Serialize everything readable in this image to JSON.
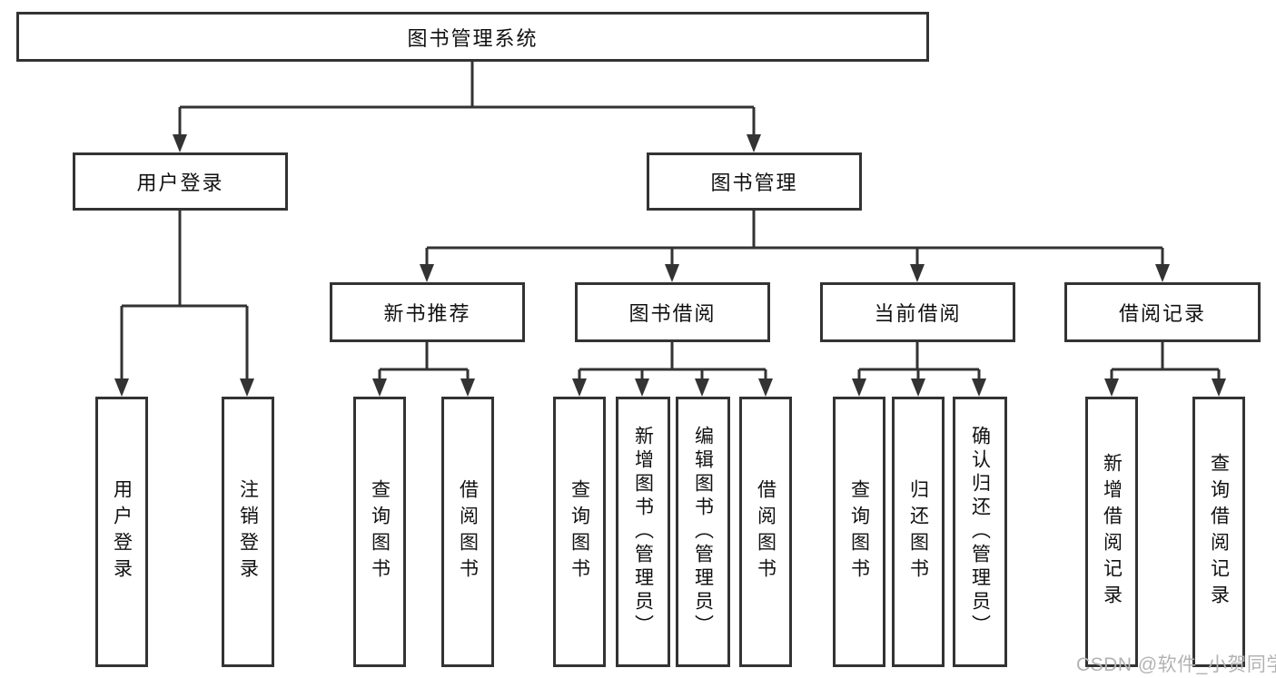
{
  "nodes": {
    "root": "图书管理系统",
    "level2": {
      "user_login": "用户登录",
      "book_mgmt": "图书管理"
    },
    "level3": {
      "new_book": "新书推荐",
      "book_borrow": "图书借阅",
      "current_borrow": "当前借阅",
      "borrow_record": "借阅记录"
    },
    "leaves": {
      "user_login": "用户登录",
      "logout": "注销登录",
      "nb_query": "查询图书",
      "nb_borrow": "借阅图书",
      "bb_query": "查询图书",
      "bb_add": "新增图书（管理员）",
      "bb_edit": "编辑图书（管理员）",
      "bb_borrow": "借阅图书",
      "cb_query": "查询图书",
      "cb_return": "归还图书",
      "cb_confirm": "确认归还（管理员）",
      "br_add": "新增借阅记录",
      "br_query": "查询借阅记录"
    }
  },
  "colors": {
    "line": "#333333",
    "text": "#111111",
    "watermark_gray": "#b3b3b3",
    "background": "#ffffff"
  },
  "watermark": {
    "text": "CSDN @软件_小贺同学"
  }
}
